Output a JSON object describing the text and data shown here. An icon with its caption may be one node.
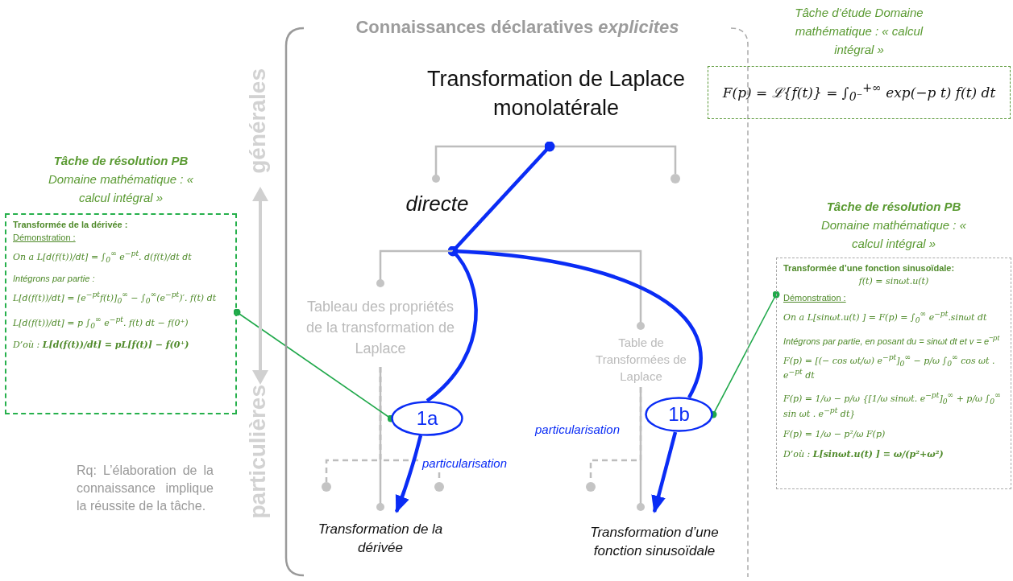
{
  "diagram": {
    "nodes": [
      {
        "text": [
          "Connaissances déclaratives *explicites*"
        ]
      },
      {
        "text": [
          "Transformation de Laplace monolatérale"
        ],
        "in": 0
      },
      {
        "text": [
          "Tâche d’étude Domaine mathématique : « calcul intégral »",
          "F(p) = ℒ{f(t)} = ∫$_{0⁻}$$^{+∞}$ exp(−p t) f(t) dt"
        ]
      },
      {
        "text": [],
        "shape": "circle",
        "in": 0
      },
      {
        "text": [
          "directe"
        ],
        "in": 0
      },
      {
        "text": [
          "**Tâche de résolution PB** Domaine mathématique : « calcul intégral »",
          "Transformée de la dérivée :",
          "Démonstration :",
          "On a L[d(f(t))/dt] = ∫$_{0}$$^{∞}$ e$^{−pt}$. d(f(t)/dt dt",
          "Intégrons par partie :",
          "L[d(f(t))/dt] = [e$^{−pt}$f(t)]$_{0}$$^{∞}$ − ∫$_{0}$$^{∞}$(e$^{−pt}$)′. f(t) dt",
          "L[d(f(t))/dt] = p ∫$_{0}$$^{∞}$ e$^{−pt}$. f(t) dt − f(0⁺)",
          "D’où : **L[d(f(t))/dt] = pL[f(t)] − f(0⁺)**"
        ]
      },
      {
        "text": [
          "**Tâche de résolution PB** Domaine mathématique : « calcul intégral »",
          "Transformée d’une fonction sinusoïdale:",
          "f(t) = sinωt.u(t)",
          "Démonstration :",
          "On a L[sinωt.u(t) ] = F(p) = ∫$_{0}$$^{∞}$ e$^{−pt}$.sinωt dt",
          "Intégrons par partie, en posant du = sinωt dt et v = e$^{−pt}$",
          "F(p) = [(− cos ωt/ω) e$^{−pt}$]$_{0}$$^{∞}$ − p/ω ∫$_{0}$$^{∞}$ cos ωt . e$^{−pt}$ dt",
          "F(p) = 1/ω − p/ω {[1/ω sinωt. e$^{−pt}$]$_{0}$$^{∞}$ + p/ω ∫$_{0}$$^{∞}$ sin ωt . e$^{−pt}$ dt}",
          "F(p) = 1/ω − p²/ω F(p)",
          "D’où : **L[sinωt.u(t) ] = ω/(p²+ω²)**"
        ]
      },
      {
        "text": [
          "Tableau des propriétés de la transformation de Laplace"
        ],
        "in": 0
      },
      {
        "text": [
          "Table de Transformées de Laplace"
        ],
        "in": 0
      },
      {
        "text": [
          "1a"
        ],
        "in": 0
      },
      {
        "text": [
          "1b"
        ],
        "in": 0
      },
      {
        "text": [],
        "shape": "circle",
        "in": 0
      },
      {
        "text": [],
        "shape": "circle",
        "in": 0
      },
      {
        "text": [],
        "shape": "circle",
        "in": 0
      },
      {
        "text": [
          "Transformation de la dérivée"
        ],
        "in": 0
      },
      {
        "text": [
          "Transformation d’une fonction sinusoïdale"
        ],
        "in": 0
      }
    ],
    "edges": [
      {
        "from": 1,
        "to": 3,
        "arrow": "none"
      },
      {
        "from": 1,
        "to": 4,
        "arrow": "other"
      },
      {
        "from": 1,
        "to": 4,
        "arrow": "other",
        "style": "thick",
        "color": "#0a2cf5"
      },
      {
        "from": 4,
        "to": 7,
        "arrow": "other"
      },
      {
        "from": 4,
        "to": 8,
        "arrow": "other"
      },
      {
        "from": 7,
        "to": 11,
        "arrow": "none",
        "style": "dashed"
      },
      {
        "from": 7,
        "to": 14,
        "arrow": "other"
      },
      {
        "from": 7,
        "to": 12,
        "arrow": "none",
        "style": "dashed"
      },
      {
        "from": 8,
        "to": 13,
        "arrow": "none",
        "style": "dashed"
      },
      {
        "from": 8,
        "to": 15,
        "arrow": "other"
      },
      {
        "from": 4,
        "to": 9,
        "arrow": "none",
        "style": "thick",
        "color": "#0a2cf5"
      },
      {
        "from": 9,
        "to": 14,
        "arrow": "to",
        "label": "particularisation",
        "style": "thick",
        "color": "#0a2cf5"
      },
      {
        "from": 4,
        "to": 10,
        "arrow": "none",
        "style": "thick",
        "color": "#0a2cf5"
      },
      {
        "from": 10,
        "to": 15,
        "arrow": "to",
        "label": "particularisation",
        "style": "thick",
        "color": "#0a2cf5"
      },
      {
        "from": 5,
        "to": 9,
        "arrow": "other",
        "color": "#1fa84a"
      },
      {
        "from": 6,
        "to": 10,
        "arrow": "other",
        "color": "#1fa84a"
      }
    ],
    "labels": [
      "générales",
      "particulières",
      "Rq: L’élaboration de la connaissance implique la réussite de la tâche."
    ]
  }
}
